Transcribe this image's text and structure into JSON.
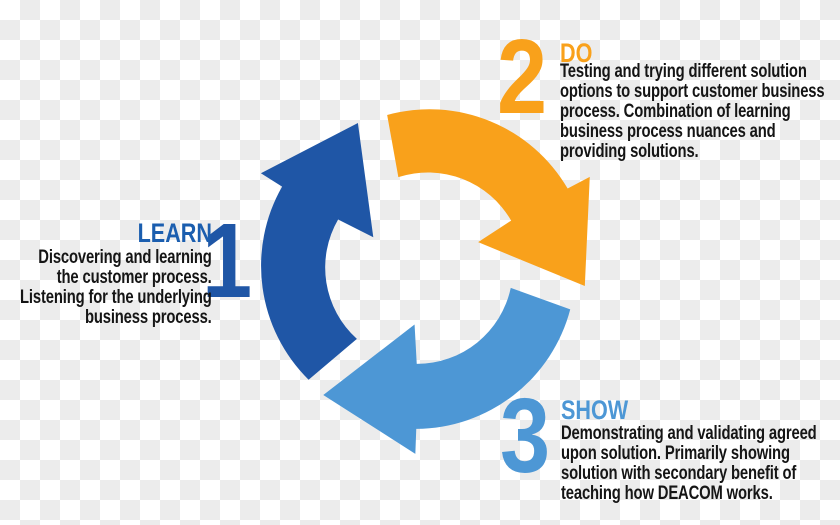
{
  "title": "LEARN - DO - SHOW process cycle infographic",
  "colors": {
    "checker_light": "#ffffff",
    "checker_dark": "#ececec",
    "text_dark": "#151515"
  },
  "cycle": {
    "arrows": [
      {
        "name": "learn-arrow",
        "direction": "up-left side, pointing clockwise to top",
        "color": "#1F56A6"
      },
      {
        "name": "do-arrow",
        "direction": "top-right side, pointing clockwise to lower right",
        "color": "#F9A11B"
      },
      {
        "name": "show-arrow",
        "direction": "bottom side, pointing clockwise to left",
        "color": "#4D97D5"
      }
    ]
  },
  "steps": {
    "learn": {
      "number": "1",
      "number_color": "#1F56A6",
      "title": "LEARN",
      "title_color": "#1B5EAF",
      "arrow_color": "#1F56A6",
      "lines": [
        "Discovering and learning",
        "the customer process.",
        "Listening for the underlying",
        "business process."
      ]
    },
    "do": {
      "number": "2",
      "number_color": "#F9A11B",
      "title": "DO",
      "title_color": "#F9A11B",
      "arrow_color": "#F9A11B",
      "lines": [
        "Testing and trying different solution",
        "options to support customer business",
        "process. Combination of learning",
        "business process nuances and",
        "providing solutions."
      ]
    },
    "show": {
      "number": "3",
      "number_color": "#4D97D5",
      "title": "SHOW",
      "title_color": "#4D97D5",
      "arrow_color": "#4D97D5",
      "lines": [
        "Demonstrating and validating agreed",
        "upon solution. Primarily showing",
        "solution with secondary benefit of",
        "teaching how DEACOM works."
      ]
    }
  }
}
